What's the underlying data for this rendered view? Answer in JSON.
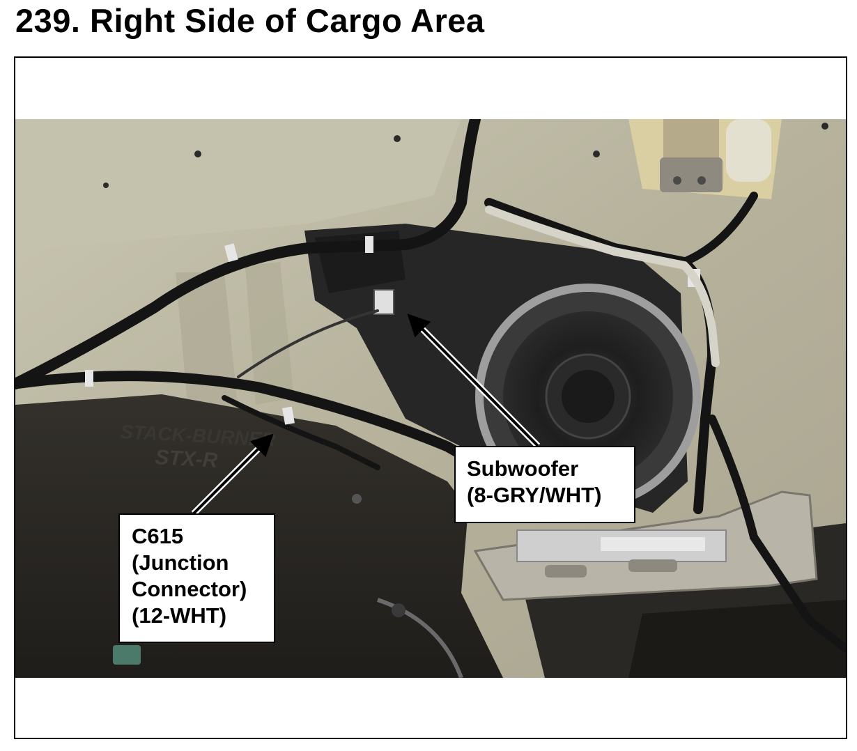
{
  "header": {
    "title": "239.  Right Side of Cargo Area"
  },
  "callouts": {
    "subwoofer": {
      "line1": "Subwoofer",
      "line2": "(8-GRY/WHT)"
    },
    "c615": {
      "line1": "C615",
      "line2": "(Junction",
      "line3": "Connector)",
      "line4": "(12-WHT)"
    }
  },
  "photo_text": {
    "panel_emboss": "STX-R",
    "panel_emboss_faint": "STACK-BURNER"
  },
  "colors": {
    "panel": "#b9b59f",
    "wiring": "#141414",
    "subwoofer_box": "#262626",
    "trim": "#2d2a26"
  }
}
